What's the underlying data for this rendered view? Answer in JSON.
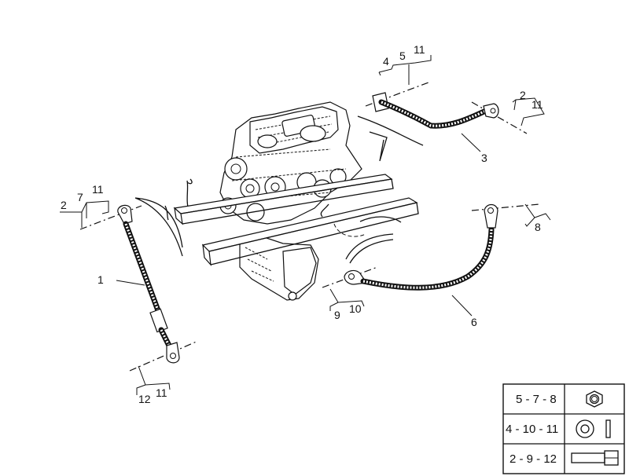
{
  "callouts": {
    "c1": "1",
    "c2a": "2",
    "c7a": "7",
    "c11a": "11",
    "c4": "4",
    "c5": "5",
    "c11b": "11",
    "c2b": "2",
    "c11c": "11",
    "c3": "3",
    "c8": "8",
    "c6": "6",
    "c9": "9",
    "c10": "10",
    "c12": "12",
    "c11d": "11"
  },
  "legend": {
    "rows": [
      {
        "label": "5 - 7 - 8",
        "icon": "nut-icon"
      },
      {
        "label": "4 - 10 - 11",
        "icon": "washer-icon"
      },
      {
        "label": "2 - 9 - 12",
        "icon": "bolt-icon"
      }
    ]
  }
}
